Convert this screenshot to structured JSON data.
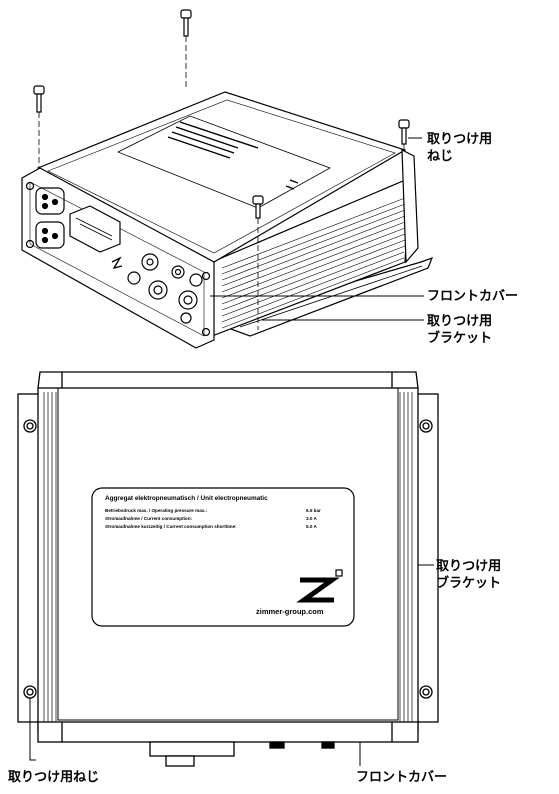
{
  "callouts": {
    "mount_screw_top_l1": "取りつけ用",
    "mount_screw_top_l2": "ねじ",
    "front_cover_top": "フロントカバー",
    "bracket_top_l1": "取りつけ用",
    "bracket_top_l2": "ブラケット",
    "bracket_right_l1": "取りつけ用",
    "bracket_right_l2": "ブラケット",
    "mount_screw_bottom": "取りつけ用ねじ",
    "front_cover_bottom": "フロントカバー"
  },
  "nameplate": {
    "heading": "Aggregat elektropneumatisch / Unit electropneumatic",
    "rows": [
      {
        "label": "Betriebsdruck max. / Operating pressure max.:",
        "value": "6.5 bar"
      },
      {
        "label": "Stromaufnahme / Current consumption:",
        "value": "3.0 A"
      },
      {
        "label": "Stromaufnahme kurzzeitig / Current consumption shorttime:",
        "value": "5.0 A"
      }
    ],
    "website": "zimmer-group.com"
  }
}
